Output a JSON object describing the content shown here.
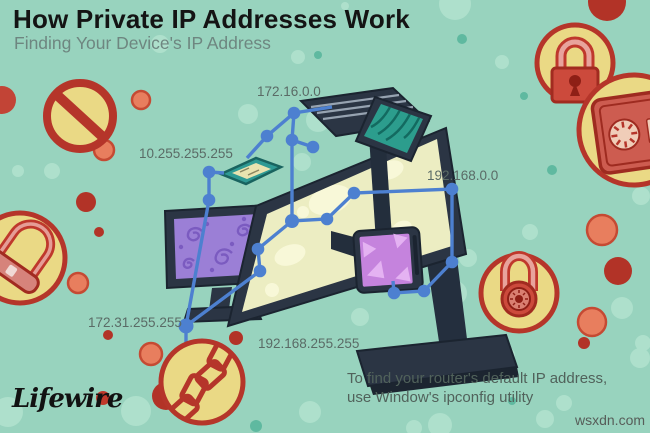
{
  "header": {
    "title": "How Private IP Addresses Work",
    "subtitle": "Finding Your Device's IP Address"
  },
  "network": {
    "labels": [
      {
        "id": "laptop",
        "text": "172.16.0.0"
      },
      {
        "id": "flat-tablet",
        "text": "10.255.255.255"
      },
      {
        "id": "right-tablet",
        "text": "192.168.0.0"
      },
      {
        "id": "left-node",
        "text": "172.31.255.255"
      },
      {
        "id": "monitor",
        "text": "192.168.255.255"
      }
    ]
  },
  "footer": {
    "tip_line1": "To find your router's default IP address,",
    "tip_line2": "use Window's ipconfig utility",
    "brand": "Lifewire",
    "watermark": "wsxdn.com"
  },
  "colors": {
    "background": "#98d3be",
    "network_blue": "#4d80d0",
    "circle_yellow": "#ead985",
    "security_red": "#b5352a",
    "device_navy": "#2b3544",
    "screen_yellow": "#ecedc2",
    "screen_purple": "#9b7fd6",
    "screen_magenta": "#c583dd",
    "screen_teal": "#2c9d8d"
  },
  "icons": [
    "no-entry-icon",
    "u-lock-icon",
    "chain-icon",
    "padlock-icon",
    "safe-icon",
    "combination-lock-icon",
    "laptop-illustration",
    "monitor-illustration",
    "desktop-illustration",
    "tablet-illustration",
    "flat-tablet-illustration"
  ]
}
